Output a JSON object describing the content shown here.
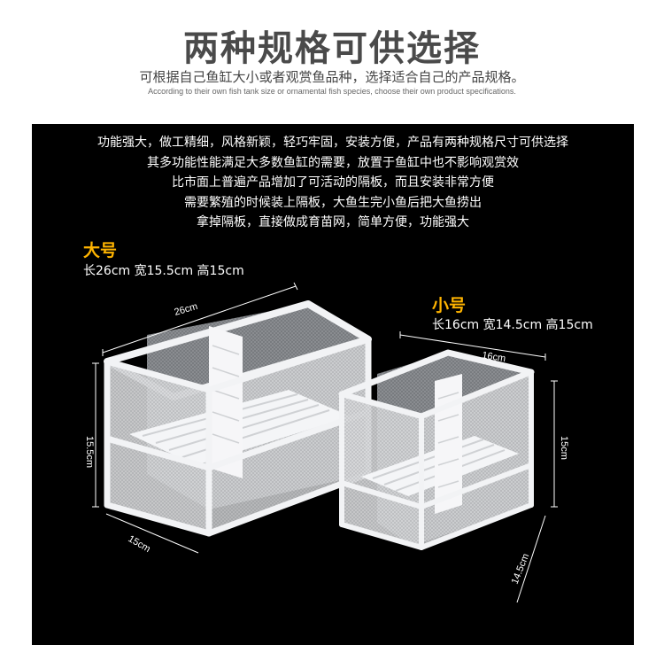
{
  "header": {
    "title": "两种规格可供选择",
    "subtitle_cn": "可根据自己鱼缸大小或者观赏鱼品种，选择适合自己的产品规格。",
    "subtitle_en": "According to their own fish tank size or ornamental fish species, choose their own product specifications."
  },
  "description": [
    "功能强大，做工精细，风格新颖，轻巧牢固，安装方便，产品有两种规格尺寸可供选择",
    "其多功能性能满足大多数鱼缸的需要，放置于鱼缸中也不影响观赏效",
    "比市面上普遍产品增加了可活动的隔板，而且安装非常方便",
    "需要繁殖的时候装上隔板，大鱼生完小鱼后把大鱼捞出",
    "拿掉隔板，直接做成育苗网，简单方便，功能强大"
  ],
  "large": {
    "label": "大号",
    "dims": "长26cm 宽15.5cm 高15cm",
    "measure_length": "26cm",
    "measure_height": "15.5cm",
    "measure_width": "15cm"
  },
  "small": {
    "label": "小号",
    "dims": "长16cm 宽14.5cm 高15cm",
    "measure_length": "16cm",
    "measure_height": "15cm",
    "measure_width": "14.5cm"
  },
  "colors": {
    "title": "#4a4a4a",
    "panel": "#000000",
    "label_accent": "#ffb400"
  }
}
